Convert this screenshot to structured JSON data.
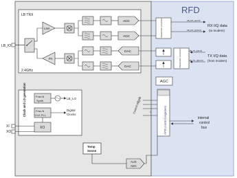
{
  "diagram": {
    "rfd_title": "RFD",
    "lb_trx_label": "LB TRX",
    "freq_label": "2.4GHz",
    "lb_io_label": "LB_IO",
    "lna_label": "LNA",
    "pa_label": "PA",
    "adc_label": "ADC",
    "dac_label": "DAC",
    "impairment_label": "Impairment correction",
    "rx_signals": [
      "LB_RX_I[11:0]",
      "LB_RX_Q[11:0]"
    ],
    "rx_data_label": "RX I/Q data",
    "rx_data_sub": "(to modem)",
    "tx_signals": [
      "LB_TX_I[11:0]",
      "LB_TX_Q[11:0]"
    ],
    "tx_data_label": "TX I/Q data",
    "tx_data_sub": "(from modem)",
    "agc_label": "AGC",
    "control_signals_label": "Control signals",
    "apb_label": "APB control registers",
    "internal_bus_label": [
      "internal",
      "control",
      "bus"
    ],
    "clock_gen_label": "Clock and LO generation",
    "frac_n_synth": [
      "Frac-N",
      "Synth"
    ],
    "frac_n_clk": [
      "Frac-N",
      "CLK PLL"
    ],
    "lb_lo_label": "LB_LO",
    "digital_clocks_label": [
      "Digital",
      "Clocks"
    ],
    "xo_label": "XO",
    "xi_label": "XI",
    "xo_pin_label": "XO",
    "temp_sense_label": [
      "Temp",
      "Sense"
    ],
    "aux_adc_label": [
      "AUX",
      "ADC"
    ],
    "colors": {
      "rfd_fill": "#dbe3f3",
      "rfd_border": "#9aaad6",
      "rfd_title": "#4a5a8a",
      "outer_fill": "#e6e6e6",
      "inner_fill": "#ffffff",
      "block_fill": "#dcdcdc",
      "stroke": "#333333"
    }
  }
}
